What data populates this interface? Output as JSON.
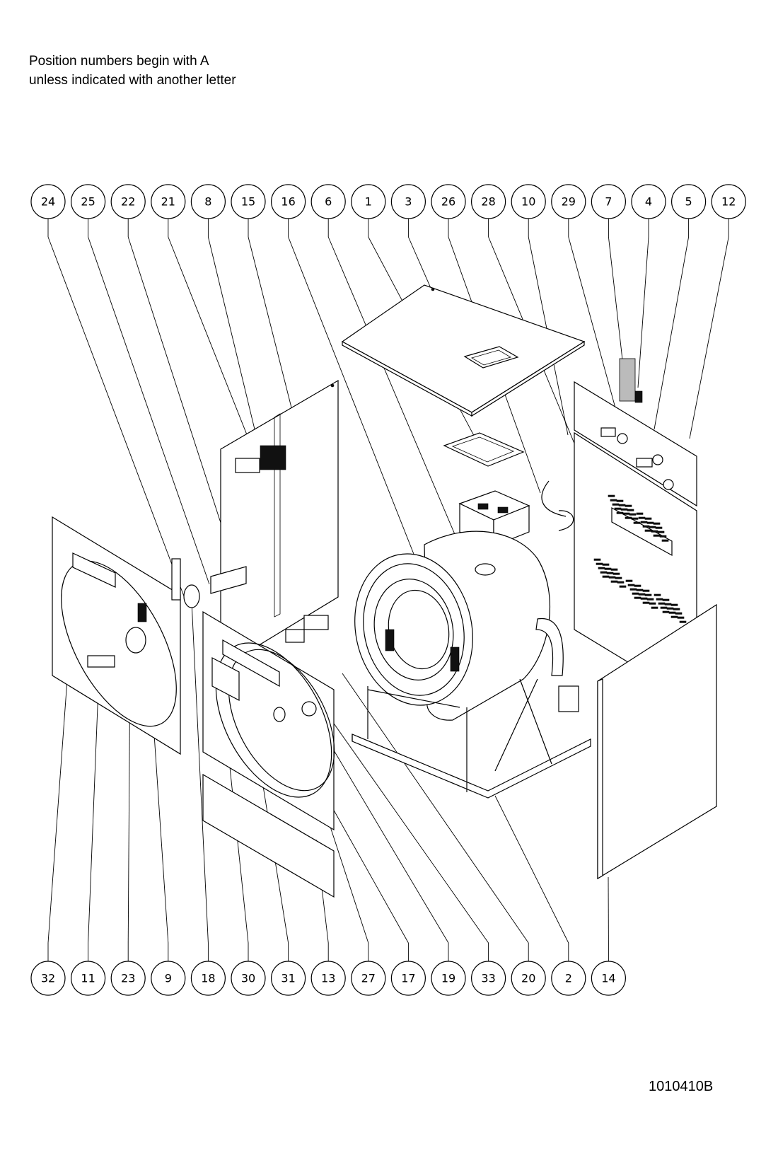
{
  "header": {
    "note_line1": "Position numbers begin with A",
    "note_line2": "unless indicated with another letter"
  },
  "diagram": {
    "top_callouts": [
      "24",
      "25",
      "22",
      "21",
      "8",
      "15",
      "16",
      "6",
      "1",
      "3",
      "26",
      "28",
      "10",
      "29",
      "7",
      "4",
      "5",
      "12"
    ],
    "bottom_callouts": [
      "32",
      "11",
      "23",
      "9",
      "18",
      "30",
      "31",
      "13",
      "27",
      "17",
      "19",
      "33",
      "20",
      "2",
      "14"
    ]
  },
  "footer": {
    "drawing_number": "1010410B"
  }
}
